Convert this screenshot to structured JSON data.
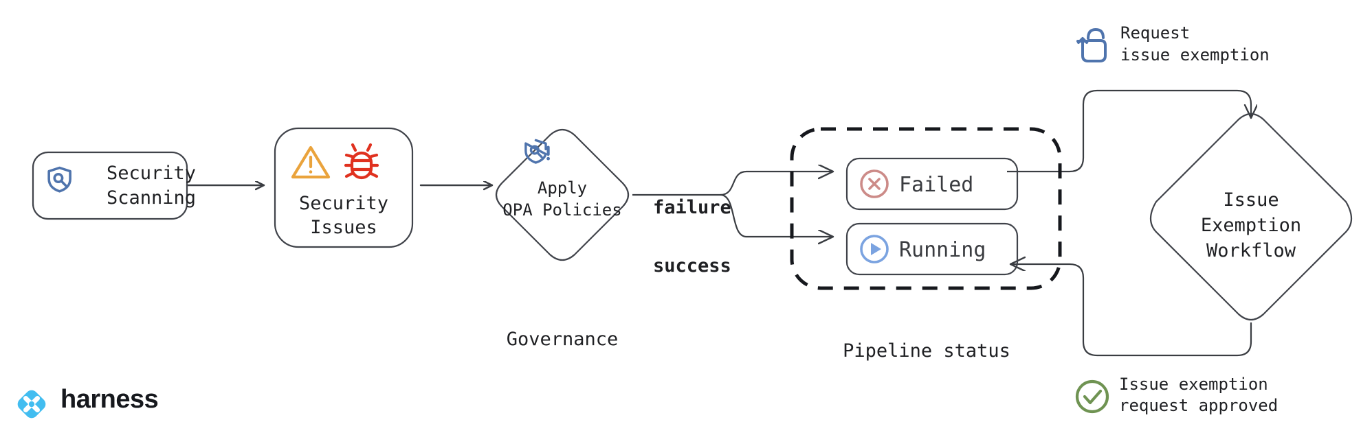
{
  "diagram": {
    "title": "Harness security scanning and issue exemption workflow",
    "background": "#ffffff",
    "brand": {
      "logo_name": "harness-logo",
      "logo_text": "harness",
      "logo_color": "#42bdf0",
      "wordmark_color": "#16181d"
    },
    "nodes": [
      {
        "id": "security-scanning",
        "line1": "Security",
        "line2": "Scanning",
        "fill": "#e6f1fb",
        "stroke": "#40434a",
        "icon": "shield-search-icon",
        "icon_color": "#4f74ad"
      },
      {
        "id": "security-issues",
        "line1": "Security",
        "line2": "Issues",
        "fill": "#fcecf4",
        "stroke": "#40434a",
        "icons": [
          "warning-triangle-icon",
          "bug-icon"
        ],
        "warning_color": "#eaa33c",
        "bug_color": "#e0311f"
      },
      {
        "id": "apply-opa-policies",
        "line1": "Apply",
        "line2": "OPA Policies",
        "fill": "#fbf0e2",
        "stroke": "#40434a",
        "icon": "shield-search-alert-icon",
        "icon_color": "#4f74ad",
        "caption": "Governance"
      },
      {
        "id": "pipeline-status-failed",
        "label": "Failed",
        "fill": "#fbf0ef",
        "stroke": "#40434a",
        "icon": "x-circle-icon",
        "icon_color": "#cc8b88"
      },
      {
        "id": "pipeline-status-running",
        "label": "Running",
        "fill": "#dfeefb",
        "stroke": "#40434a",
        "icon": "play-circle-icon",
        "icon_color": "#7ba3e0"
      },
      {
        "id": "issue-exemption-workflow",
        "line1": "Issue",
        "line2": "Exemption",
        "line3": "Workflow",
        "fill": "#f0edfb",
        "stroke": "#40434a"
      }
    ],
    "groups": [
      {
        "id": "pipeline-status-group",
        "caption": "Pipeline status",
        "style": "dashed"
      }
    ],
    "edge_labels": {
      "failure": "failure",
      "success": "success"
    },
    "annotations": [
      {
        "id": "request-issue-exemption",
        "line1": "Request",
        "line2": "issue exemption",
        "icon": "click-hand-icon",
        "icon_color": "#4f74ad"
      },
      {
        "id": "issue-exemption-request-approved",
        "line1": "Issue exemption",
        "line2": "request approved",
        "icon": "check-circle-icon",
        "icon_color": "#6f9352"
      }
    ]
  }
}
